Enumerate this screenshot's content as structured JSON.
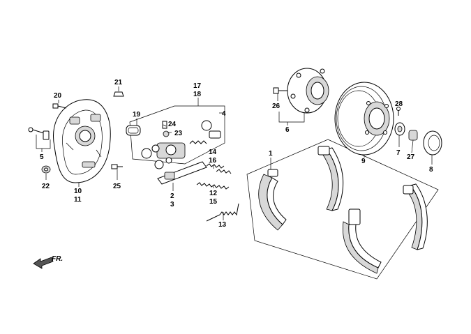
{
  "diagram": {
    "part_labels": {
      "p1": "1",
      "p2": "2",
      "p3": "3",
      "p4": "4",
      "p5": "5",
      "p6": "6",
      "p7": "7",
      "p8": "8",
      "p9": "9",
      "p10": "10",
      "p11": "11",
      "p12": "12",
      "p13": "13",
      "p14": "14",
      "p15": "15",
      "p16": "16",
      "p17": "17",
      "p18": "18",
      "p19": "19",
      "p20": "20",
      "p21": "21",
      "p22": "22",
      "p23": "23",
      "p24": "24",
      "p25": "25",
      "p26": "26",
      "p27": "27",
      "p28": "28"
    },
    "front_arrow_label": "FR."
  }
}
